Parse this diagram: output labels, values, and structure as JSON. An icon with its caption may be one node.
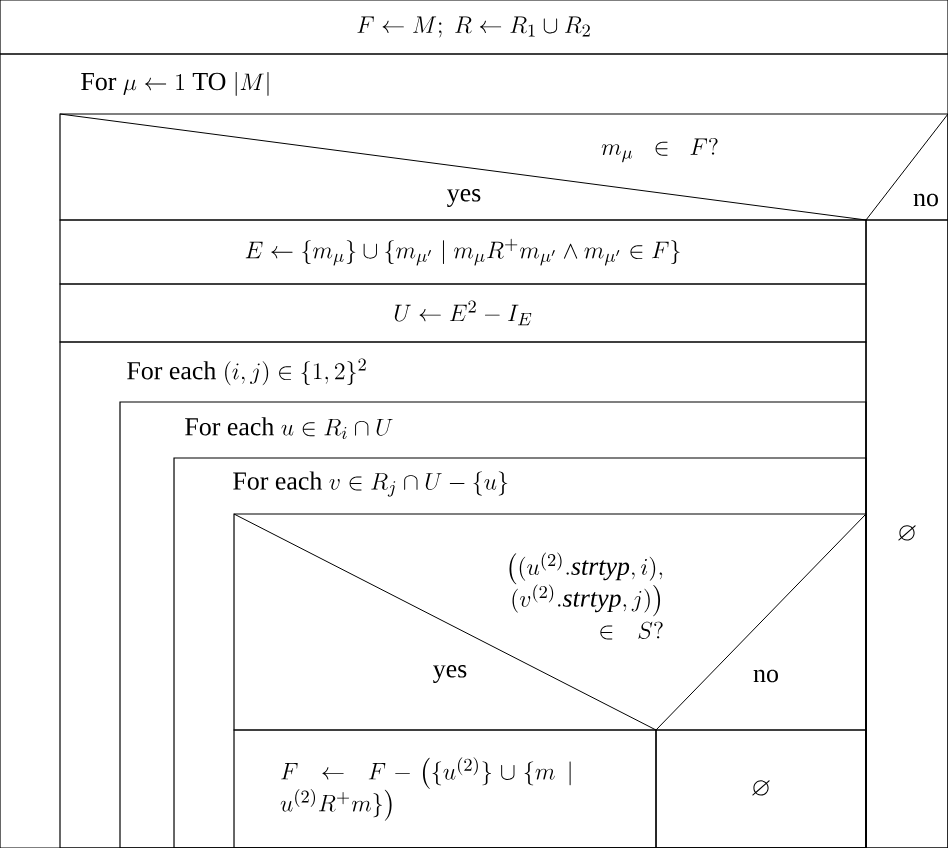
{
  "diagram": {
    "nodes": [
      {
        "text": [
          "F \\leftarrow M;\\ R \\leftarrow R_1 \\cup R_2"
        ]
      },
      {
        "text": [
          "\\text{For } \\mu \\leftarrow 1 \\text{ TO } |M|"
        ]
      },
      {
        "text": [
          "m_\\mu \\;\\;\\in\\;\\; F?",
          "yes",
          "no"
        ],
        "in": 1
      },
      {
        "text": [
          "E \\leftarrow \\{m_\\mu\\} \\cup \\{m_{\\mu'} \\mid m_\\mu R^+ m_{\\mu'} \\wedge m_{\\mu'} \\in F\\}"
        ],
        "in": 1
      },
      {
        "text": [
          "\\varnothing"
        ],
        "in": 1
      },
      {
        "text": [
          "U \\leftarrow E^2 - I_E"
        ],
        "in": 1
      },
      {
        "text": [
          "\\text{For each } (i,j) \\in \\{1,2\\}^2"
        ],
        "in": 1
      },
      {
        "text": [
          "\\text{For each } u \\in R_i \\cap U"
        ],
        "in": 6
      },
      {
        "text": [
          "\\text{For each } v \\in R_j \\cap U - \\{u\\}"
        ],
        "in": 7
      },
      {
        "text": [
          "\\bigl((u^{(2)}.\\mathit{strtyp},i),\\allowbreak\\ (v^{(2)}.\\mathit{strtyp},j)\\bigr)\\allowbreak \\in S?",
          "yes",
          "no"
        ],
        "in": 8
      },
      {
        "text": [
          "F \\;\\leftarrow\\; F - \\bigl(\\{u^{(2)}\\} \\cup \\{m \\mid u^{(2)} R^+ m\\}\\bigr)"
        ],
        "in": 8
      },
      {
        "text": [
          "\\varnothing"
        ],
        "in": 8
      }
    ]
  }
}
